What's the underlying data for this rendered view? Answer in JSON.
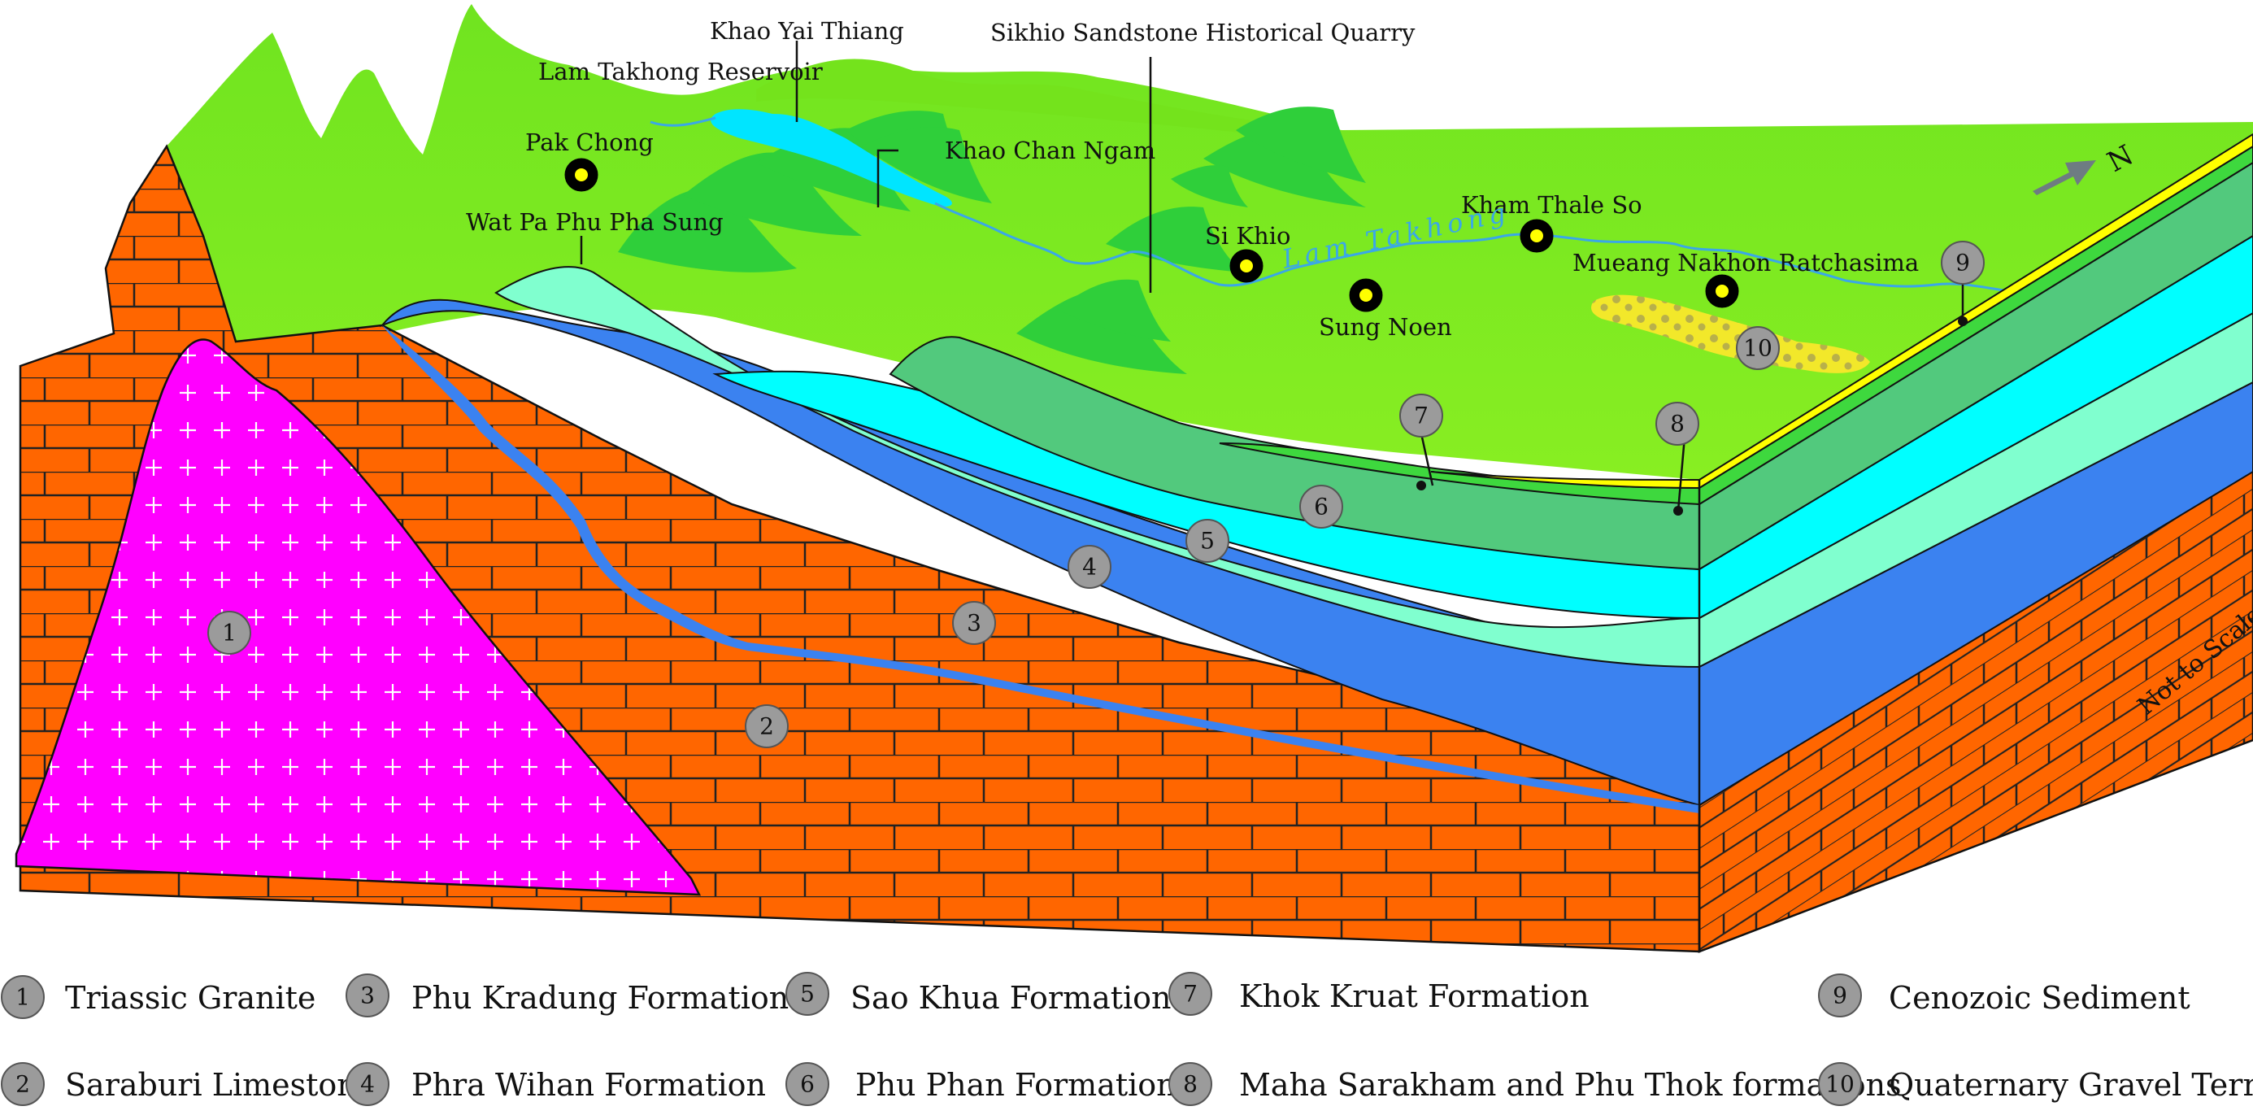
{
  "colors": {
    "granite": "#ff00ff",
    "limestone": "#ff6600",
    "phu_kradung": "#3b82f0",
    "phra_wihan": "#80ffcf",
    "sao_khua": "#00ffff",
    "phu_phan": "#52c97d",
    "khok_kruat": "#3ed83e",
    "maha_sarakham": "#ffff00",
    "surface": "#88ee22",
    "hill": "#2fcf3a",
    "reservoir": "#00e5ff",
    "marker": "#9b9b9b"
  },
  "places": [
    {
      "id": "khao-yai-thiang",
      "label": "Khao Yai Thiang"
    },
    {
      "id": "sikhio-quarry",
      "label": "Sikhio Sandstone Historical Quarry"
    },
    {
      "id": "lam-takhong-reservoir",
      "label": "Lam Takhong Reservoir"
    },
    {
      "id": "pak-chong",
      "label": "Pak Chong"
    },
    {
      "id": "khao-chan-ngam",
      "label": "Khao Chan Ngam"
    },
    {
      "id": "wat-pa-phu-pha-sung",
      "label": "Wat Pa Phu Pha Sung"
    },
    {
      "id": "kham-thale-so",
      "label": "Kham Thale So"
    },
    {
      "id": "si-khio",
      "label": "Si Khio"
    },
    {
      "id": "mueang-nakhon-ratchasima",
      "label": "Mueang Nakhon Ratchasima"
    },
    {
      "id": "sung-noen",
      "label": "Sung Noen"
    }
  ],
  "river_label": "Lam Takhong",
  "north_label": "N",
  "scale_note": "Not to Scale",
  "markers": [
    "1",
    "2",
    "3",
    "4",
    "5",
    "6",
    "7",
    "8",
    "9",
    "10"
  ],
  "legend": [
    {
      "num": "1",
      "label": "Triassic Granite"
    },
    {
      "num": "2",
      "label": "Saraburi Limestone"
    },
    {
      "num": "3",
      "label": "Phu Kradung Formation"
    },
    {
      "num": "4",
      "label": "Phra Wihan Formation"
    },
    {
      "num": "5",
      "label": "Sao Khua Formation"
    },
    {
      "num": "6",
      "label": "Phu Phan Formation"
    },
    {
      "num": "7",
      "label": "Khok Kruat Formation"
    },
    {
      "num": "8",
      "label": "Maha Sarakham and Phu Thok formations"
    },
    {
      "num": "9",
      "label": "Cenozoic Sediment"
    },
    {
      "num": "10",
      "label": "Quaternary Gravel Terrace"
    }
  ]
}
